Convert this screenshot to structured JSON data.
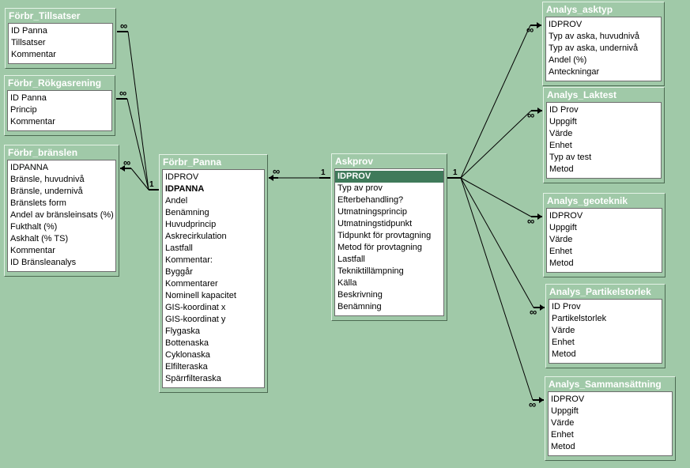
{
  "tables": [
    {
      "id": "tillsatser",
      "title": "Förbr_Tillsatser",
      "fields": [
        "ID Panna",
        "Tillsatser",
        "Kommentar"
      ]
    },
    {
      "id": "rokgas",
      "title": "Förbr_Rökgasrening",
      "fields": [
        "ID Panna",
        "Princip",
        "Kommentar"
      ]
    },
    {
      "id": "bransle",
      "title": "Förbr_bränslen",
      "fields": [
        "IDPANNA",
        "Bränsle, huvudnivå",
        "Bränsle, undernivå",
        "Bränslets form",
        "Andel av bränsleinsats (%)",
        "Fukthalt (%)",
        "Askhalt (% TS)",
        "Kommentar",
        "ID Bränsleanalys"
      ]
    },
    {
      "id": "panna",
      "title": "Förbr_Panna",
      "fields": [
        "IDPROV",
        "IDPANNA",
        "Andel",
        "Benämning",
        "Huvudprincip",
        "Askrecirkulation",
        "Lastfall",
        "Kommentar:",
        "Byggår",
        "Kommentarer",
        "Nominell kapacitet",
        "GIS-koordinat x",
        "GIS-koordinat y",
        "Flygaska",
        "Bottenaska",
        "Cyklonaska",
        "Elfilteraska",
        "Spärrfilteraska"
      ],
      "bold_field": "IDPANNA"
    },
    {
      "id": "askprov",
      "title": "Askprov",
      "fields": [
        "IDPROV",
        "Typ av prov",
        "Efterbehandling?",
        "Utmatningsprincip",
        "Utmatningstidpunkt",
        "Tidpunkt för provtagning",
        "Metod för provtagning",
        "Lastfall",
        "Tekniktillämpning",
        "Källa",
        "Beskrivning",
        "Benämning"
      ],
      "selected_field": "IDPROV"
    },
    {
      "id": "asktyp",
      "title": "Analys_asktyp",
      "fields": [
        "IDPROV",
        "Typ av aska, huvudnivå",
        "Typ av aska, undernivå",
        "Andel (%)",
        "Anteckningar"
      ]
    },
    {
      "id": "laktest",
      "title": "Analys_Laktest",
      "fields": [
        "ID Prov",
        "Uppgift",
        "Värde",
        "Enhet",
        "Typ av test",
        "Metod"
      ]
    },
    {
      "id": "geoteknik",
      "title": "Analys_geoteknik",
      "fields": [
        "IDPROV",
        "Uppgift",
        "Värde",
        "Enhet",
        "Metod"
      ]
    },
    {
      "id": "partikel",
      "title": "Analys_Partikelstorlek",
      "fields": [
        "ID Prov",
        "Partikelstorlek",
        "Värde",
        "Enhet",
        "Metod"
      ]
    },
    {
      "id": "samman",
      "title": "Analys_Sammansättning",
      "fields": [
        "IDPROV",
        "Uppgift",
        "Värde",
        "Enhet",
        "Metod"
      ]
    }
  ],
  "relationships": [
    {
      "from": "panna",
      "to": "tillsatser",
      "one_label": "1",
      "many_label": "∞"
    },
    {
      "from": "panna",
      "to": "rokgas",
      "one_label": "1",
      "many_label": "∞"
    },
    {
      "from": "panna",
      "to": "bransle",
      "one_label": "1",
      "many_label": "∞"
    },
    {
      "from": "askprov",
      "to": "panna",
      "one_label": "1",
      "many_label": "∞"
    },
    {
      "from": "askprov",
      "to": "asktyp",
      "one_label": "1",
      "many_label": "∞"
    },
    {
      "from": "askprov",
      "to": "laktest",
      "one_label": "1",
      "many_label": "∞"
    },
    {
      "from": "askprov",
      "to": "geoteknik",
      "one_label": "1",
      "many_label": "∞"
    },
    {
      "from": "askprov",
      "to": "partikel",
      "one_label": "1",
      "many_label": "∞"
    },
    {
      "from": "askprov",
      "to": "samman",
      "one_label": "1",
      "many_label": "∞"
    }
  ]
}
